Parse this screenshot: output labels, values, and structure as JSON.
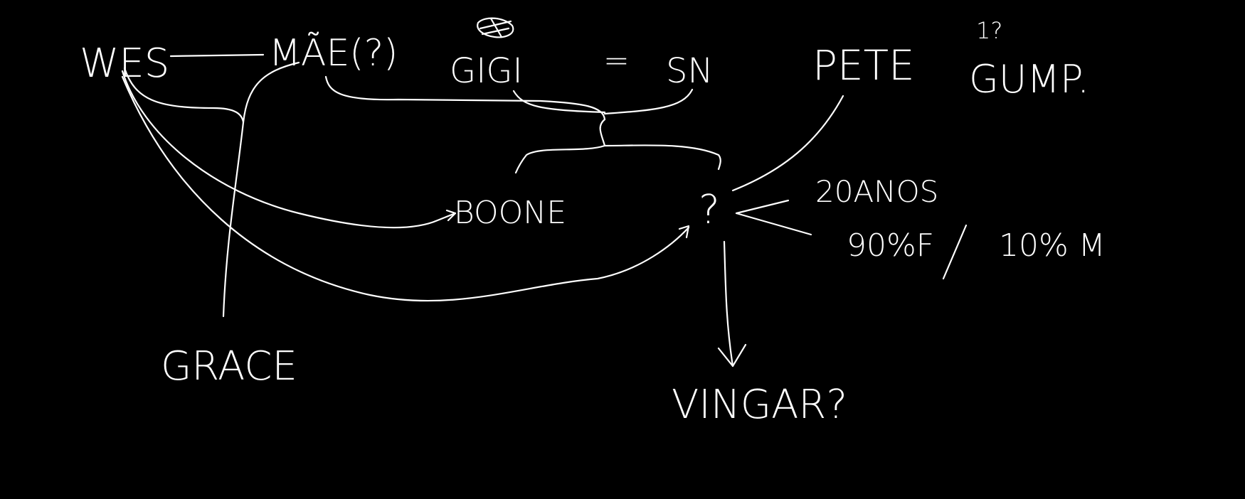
{
  "nodes": {
    "wes": "WES",
    "mae": "MÃE(?)",
    "gigi": "GIGI",
    "sn": "SN",
    "pete": "PETE",
    "gump": "GUMP.",
    "pete_query": "1?",
    "boone": "BOONE",
    "unknown": "?",
    "grace": "GRACE",
    "vingar": "VINGAR?"
  },
  "annotations": {
    "age": "20ANOS",
    "ratio_f": "90%F",
    "ratio_m": "10% M",
    "equals": "="
  },
  "colors": {
    "background": "#000000",
    "ink": "#ffffff"
  }
}
